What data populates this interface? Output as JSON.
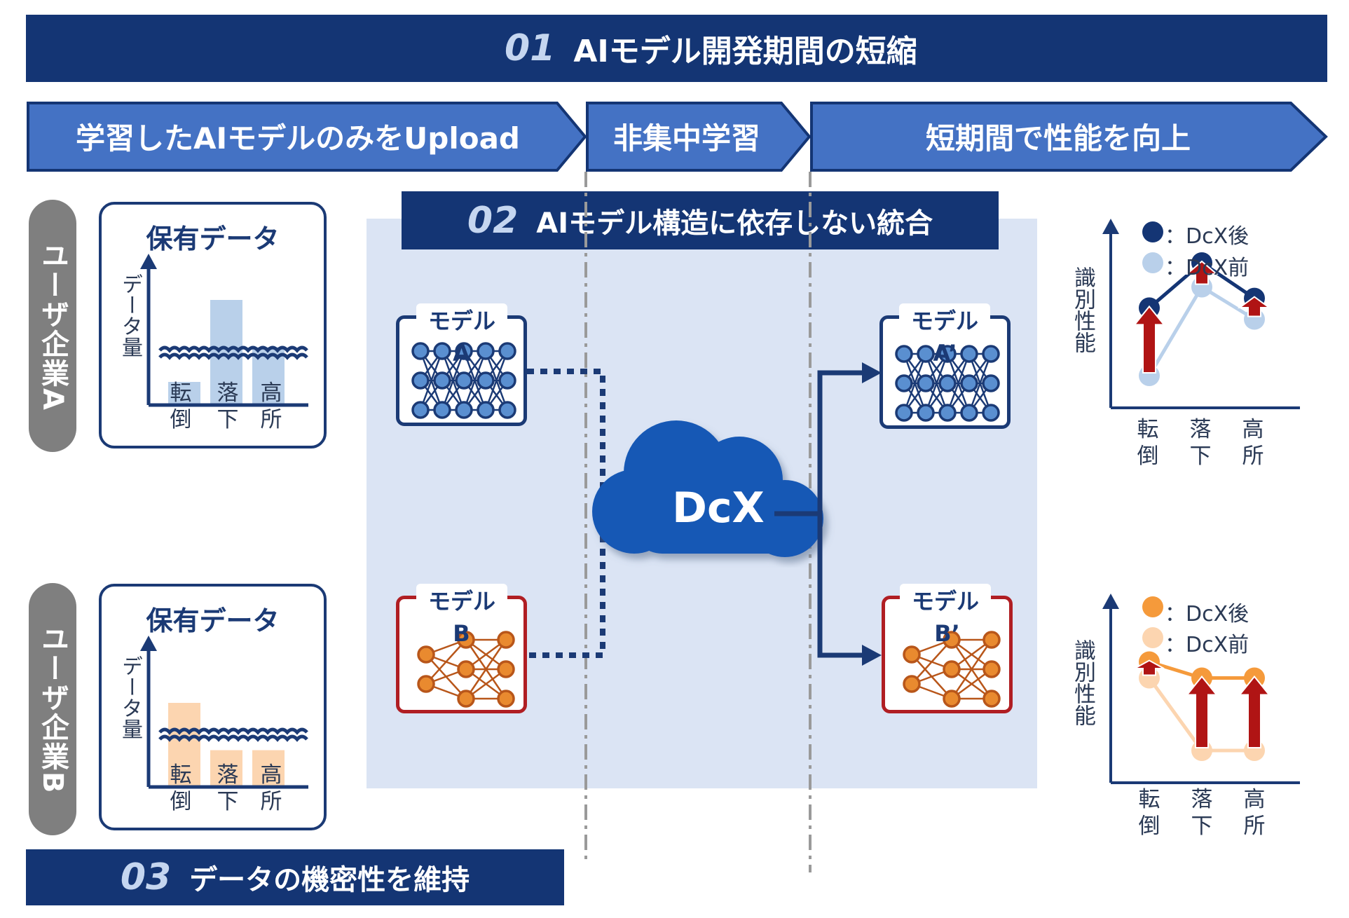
{
  "banners": {
    "top": {
      "num": "01",
      "text": "AIモデル開発期間の短縮"
    },
    "middle": {
      "num": "02",
      "text": "AIモデル構造に依存しない統合"
    },
    "bottom": {
      "num": "03",
      "text": "データの機密性を維持"
    }
  },
  "steps": [
    {
      "label": "学習したAIモデルのみをUpload"
    },
    {
      "label": "非集中学習"
    },
    {
      "label": "短期間で性能を向上"
    }
  ],
  "users": [
    {
      "tab": "ユーザ企業A",
      "box_title": "保有データ",
      "ylabel": "データ量",
      "categories": [
        "転倒",
        "落下",
        "高所"
      ],
      "bar_values": [
        0.22,
        1.0,
        0.55
      ],
      "bar_color": "#b9d0ea"
    },
    {
      "tab": "ユーザ企業B",
      "box_title": "保有データ",
      "ylabel": "データ量",
      "categories": [
        "転倒",
        "落下",
        "高所"
      ],
      "bar_values": [
        0.8,
        0.35,
        0.35
      ],
      "bar_color": "#fcd5b0"
    }
  ],
  "models_in": [
    {
      "title": "モデル",
      "sub": "A",
      "color": "#1b3a75",
      "node_color": "#5a8fd0"
    },
    {
      "title": "モデル",
      "sub": "B",
      "color": "#b01e23",
      "node_color": "#e98a2f"
    }
  ],
  "models_out": [
    {
      "title": "モデル",
      "sub": "A’",
      "color": "#1b3a75",
      "node_color": "#5a8fd0"
    },
    {
      "title": "モデル",
      "sub": "B’",
      "color": "#b01e23",
      "node_color": "#e98a2f"
    }
  ],
  "cloud": {
    "label": "DcX",
    "color": "#1559b5"
  },
  "perf_charts": [
    {
      "ylabel": "識別性能",
      "categories": [
        "転倒",
        "落下",
        "高所"
      ],
      "legend_after": "：DcX後",
      "legend_before": "：DcX前",
      "after_color": "#143574",
      "before_color": "#b9d0ea",
      "arrow_color": "#b01414",
      "after": [
        0.62,
        0.9,
        0.68
      ],
      "before": [
        0.2,
        0.75,
        0.55
      ]
    },
    {
      "ylabel": "識別性能",
      "categories": [
        "転倒",
        "落下",
        "高所"
      ],
      "legend_after": "：DcX後",
      "legend_before": "：DcX前",
      "after_color": "#f59a3b",
      "before_color": "#fcd5b0",
      "arrow_color": "#b01414",
      "after": [
        0.75,
        0.65,
        0.65
      ],
      "before": [
        0.65,
        0.2,
        0.2
      ]
    }
  ]
}
